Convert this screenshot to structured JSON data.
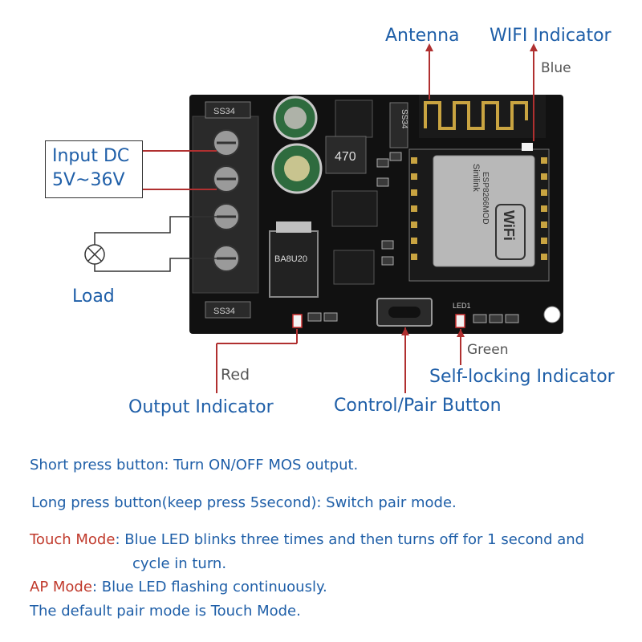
{
  "labels": {
    "antenna": "Antenna",
    "wifi_indicator": "WIFI Indicator",
    "blue": "Blue",
    "input_line1": "Input DC",
    "input_line2": "5V~36V",
    "load": "Load",
    "red": "Red",
    "output_indicator": "Output Indicator",
    "control_button": "Control/Pair Button",
    "green": "Green",
    "self_locking": "Self-locking Indicator"
  },
  "board_markings": {
    "diode1": "SS34",
    "diode2": "SS34",
    "diode3": "SS34",
    "inductor": "470",
    "module_brand": "Sinilink",
    "module_model": "ESP8266MOD",
    "wifi_logo": "WiFi",
    "mosfet": "BA8U20",
    "led1": "LED1"
  },
  "descriptions": {
    "short_press": "Short press button: Turn ON/OFF MOS output.",
    "long_press": "Long press button(keep press 5second): Switch pair mode.",
    "touch_mode_label": "Touch Mode",
    "touch_mode_text": ": Blue LED blinks three times and then turns off for 1 second and",
    "touch_mode_text2": "cycle in turn.",
    "ap_mode_label": "AP Mode",
    "ap_mode_text": ": Blue LED flashing continuously.",
    "default_mode": "The default pair mode is Touch Mode."
  },
  "colors": {
    "label_blue": "#1f5fa8",
    "mode_red": "#c0392b",
    "pointer_red": "#b03030",
    "pcb": "#111111"
  }
}
